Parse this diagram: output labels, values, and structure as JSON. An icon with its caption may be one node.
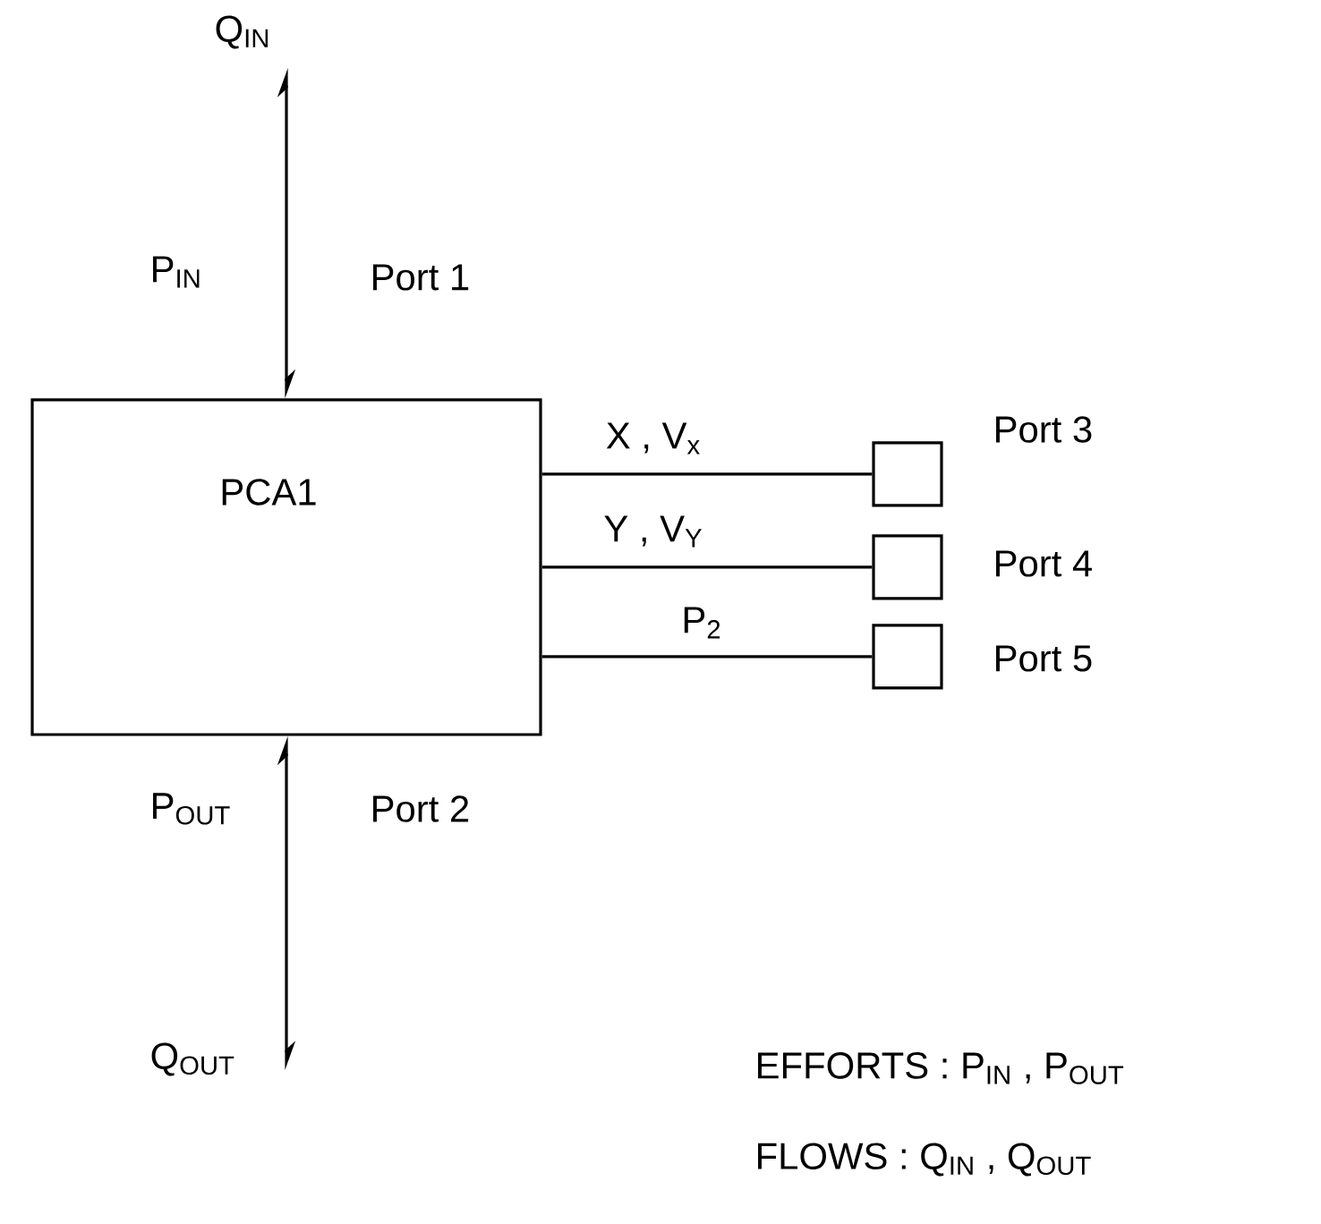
{
  "diagram": {
    "nodes": [
      {
        "text": [
          "PCA1"
        ]
      },
      {
        "text": [],
        "shape": "box",
        "beside": [
          "Port 3"
        ]
      },
      {
        "text": [],
        "shape": "box",
        "beside": [
          "Port 4"
        ]
      },
      {
        "text": [],
        "shape": "box",
        "beside": [
          "Port 5"
        ]
      }
    ],
    "edges": [
      {
        "from": 0,
        "to": 1,
        "arrow": "none",
        "label": "X , V$_{x}$"
      },
      {
        "from": 0,
        "to": 2,
        "arrow": "none",
        "label": "Y , V$_{Y}$"
      },
      {
        "from": 0,
        "to": 3,
        "arrow": "none",
        "label": "P$_{2}$"
      },
      {
        "from": null,
        "to": 0,
        "arrow": "both"
      },
      {
        "from": 0,
        "to": null,
        "arrow": "both"
      }
    ],
    "labels": [
      "Q$_{IN}$",
      "P$_{IN}$",
      "Port 1",
      "P$_{OUT}$",
      "Port 2",
      "Q$_{OUT}$",
      "EFFORTS : P$_{IN}$ , P$_{OUT}$",
      "FLOWS : Q$_{IN}$ , Q$_{OUT}$"
    ]
  }
}
